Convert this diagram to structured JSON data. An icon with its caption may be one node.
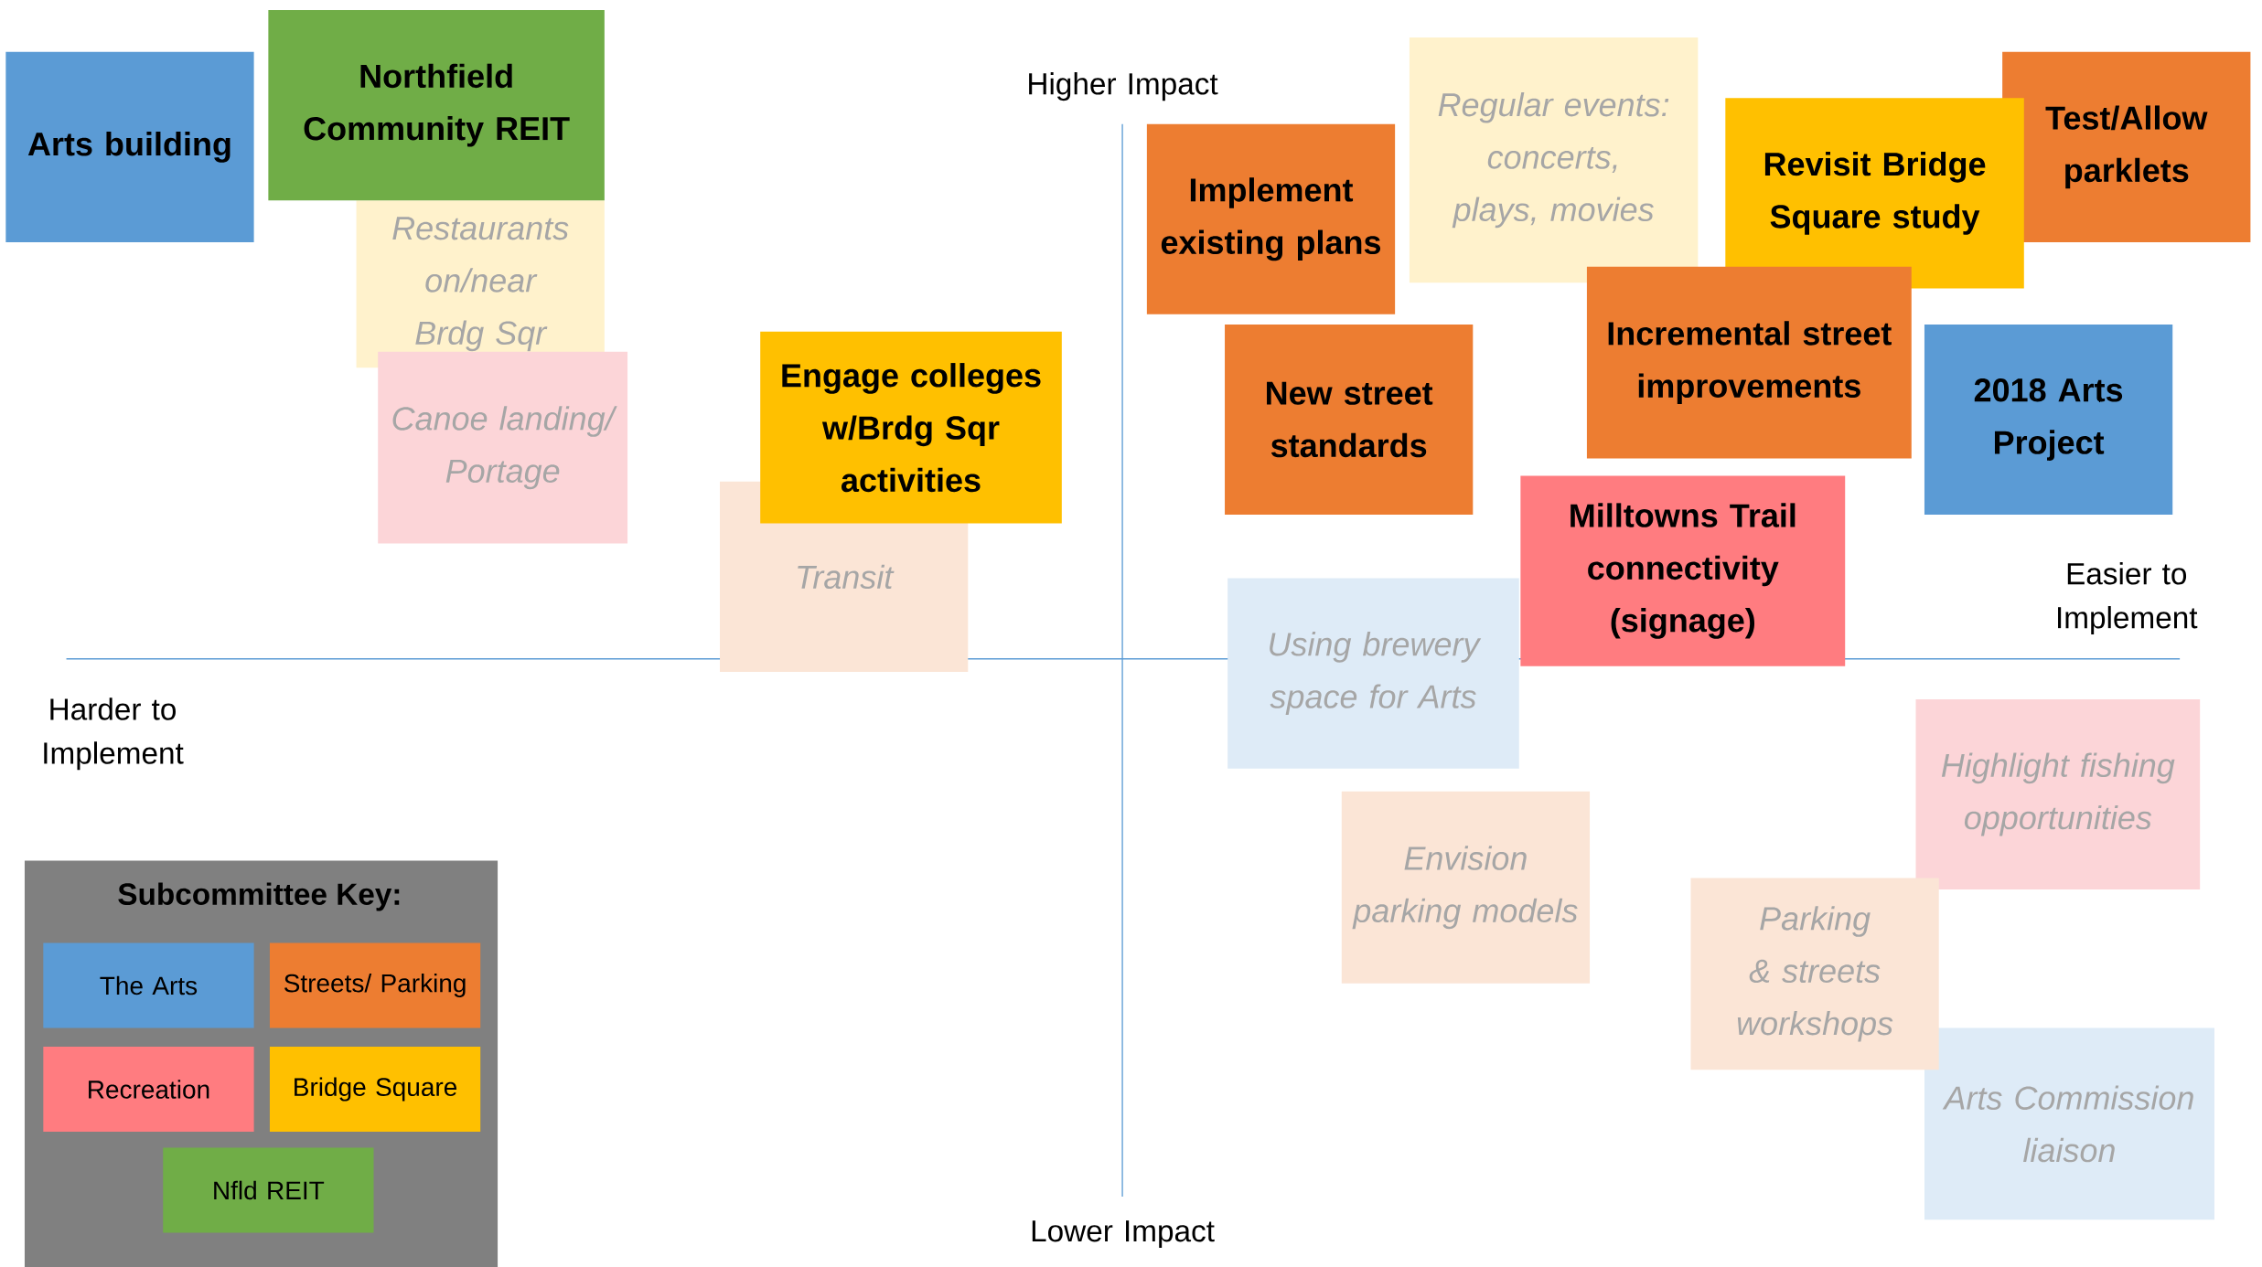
{
  "diagram": {
    "nodes": [
      {
        "text": [
          "Arts building"
        ]
      },
      {
        "text": [
          "Northfield Community REIT"
        ]
      },
      {
        "text": [
          "Restaurants on/near Brdg Sqr"
        ]
      },
      {
        "text": [
          "Canoe landing/ Portage"
        ]
      },
      {
        "text": [
          "Engage colleges w/Brdg Sqr activities"
        ]
      },
      {
        "text": [
          "Transit"
        ]
      },
      {
        "text": [
          "Regular events: concerts, plays, movies"
        ]
      },
      {
        "text": [
          "Implement existing plans"
        ]
      },
      {
        "text": [
          "Revisit Bridge Square study"
        ]
      },
      {
        "text": [
          "Test/Allow parklets"
        ]
      },
      {
        "text": [
          "Incremental street improvements"
        ]
      },
      {
        "text": [
          "New street standards"
        ]
      },
      {
        "text": [
          "2018 Arts Project"
        ]
      },
      {
        "text": [
          "Milltowns Trail connectivity (signage)"
        ]
      },
      {
        "text": [
          "Using brewery space for Arts"
        ]
      },
      {
        "text": [
          "Highlight fishing opportunities"
        ]
      },
      {
        "text": [
          "Envision parking models"
        ]
      },
      {
        "text": [
          "Parking & streets workshops"
        ]
      },
      {
        "text": [
          "Arts Commission liaison"
        ]
      }
    ],
    "labels": [
      "Higher Impact",
      "Easier to Implement",
      "Harder to Implement",
      "Subcommittee Key:",
      "Lower Impact"
    ],
    "legend": [
      {
        "text": "The Arts",
        "color": "#5b9bd5"
      },
      {
        "text": "Streets/ Parking",
        "color": "#ed7d31"
      },
      {
        "text": "Recreation",
        "color": "#ff7c80"
      },
      {
        "text": "Bridge Square",
        "color": "#ffc000"
      },
      {
        "text": "Nfld REIT",
        "color": "#70ad47"
      }
    ]
  }
}
